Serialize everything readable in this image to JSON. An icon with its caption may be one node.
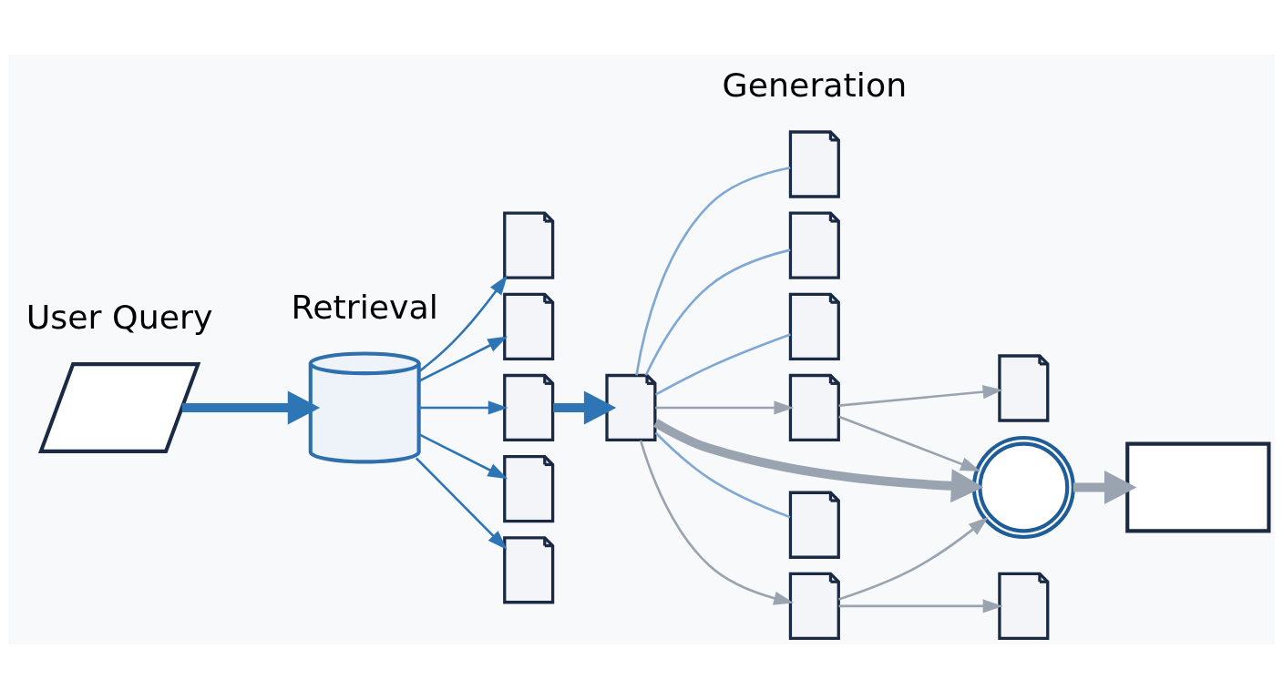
{
  "diagram": {
    "nodes": [
      {
        "text": [],
        "shape": "parallelogram"
      },
      {
        "text": [],
        "shape": "cylinder"
      },
      {
        "text": [],
        "shape": "document"
      },
      {
        "text": [],
        "shape": "document"
      },
      {
        "text": [],
        "shape": "document"
      },
      {
        "text": [],
        "shape": "document"
      },
      {
        "text": [],
        "shape": "document"
      },
      {
        "text": [],
        "shape": "document"
      },
      {
        "text": [],
        "shape": "document"
      },
      {
        "text": [],
        "shape": "document"
      },
      {
        "text": [],
        "shape": "document"
      },
      {
        "text": [],
        "shape": "document"
      },
      {
        "text": [],
        "shape": "document"
      },
      {
        "text": [],
        "shape": "document"
      },
      {
        "text": [],
        "shape": "document"
      },
      {
        "text": [],
        "shape": "document"
      },
      {
        "text": [],
        "shape": "network"
      },
      {
        "text": [],
        "shape": "box"
      }
    ],
    "edges": [
      {
        "from": 0,
        "to": 1,
        "arrow": "to",
        "style": "thick",
        "color": "#2e75b6"
      },
      {
        "from": 1,
        "to": 2,
        "arrow": "to",
        "color": "#2e75b6"
      },
      {
        "from": 1,
        "to": 3,
        "arrow": "to",
        "color": "#2e75b6"
      },
      {
        "from": 1,
        "to": 4,
        "arrow": "to",
        "color": "#2e75b6"
      },
      {
        "from": 1,
        "to": 5,
        "arrow": "to",
        "color": "#2e75b6"
      },
      {
        "from": 1,
        "to": 6,
        "arrow": "to",
        "color": "#2e75b6"
      },
      {
        "from": 4,
        "to": 8,
        "arrow": "to",
        "style": "thick",
        "color": "#2e75b6"
      },
      {
        "from": 8,
        "to": 7,
        "arrow": "none",
        "color": "#7fa8d4"
      },
      {
        "from": 8,
        "to": 10,
        "arrow": "none",
        "color": "#7fa8d4"
      },
      {
        "from": 8,
        "to": 9,
        "arrow": "none",
        "color": "#7fa8d4"
      },
      {
        "from": 8,
        "to": 13,
        "arrow": "none",
        "color": "#7fa8d4"
      },
      {
        "from": 8,
        "to": 11,
        "arrow": "to",
        "color": "#9aa3b0"
      },
      {
        "from": 8,
        "to": 12,
        "arrow": "to",
        "color": "#9aa3b0"
      },
      {
        "from": 11,
        "to": 14,
        "arrow": "to",
        "color": "#9aa3b0"
      },
      {
        "from": 12,
        "to": 15,
        "arrow": "to",
        "color": "#9aa3b0"
      },
      {
        "from": 11,
        "to": 16,
        "arrow": "to",
        "color": "#9aa3b0"
      },
      {
        "from": 8,
        "to": 16,
        "arrow": "to",
        "style": "thick",
        "color": "#9aa3b0"
      },
      {
        "from": 12,
        "to": 16,
        "arrow": "to",
        "color": "#9aa3b0"
      },
      {
        "from": 16,
        "to": 17,
        "arrow": "to",
        "style": "thick",
        "color": "#9aa3b0"
      }
    ],
    "labels": [
      "User Query",
      "Retrieval",
      "Generation"
    ]
  }
}
